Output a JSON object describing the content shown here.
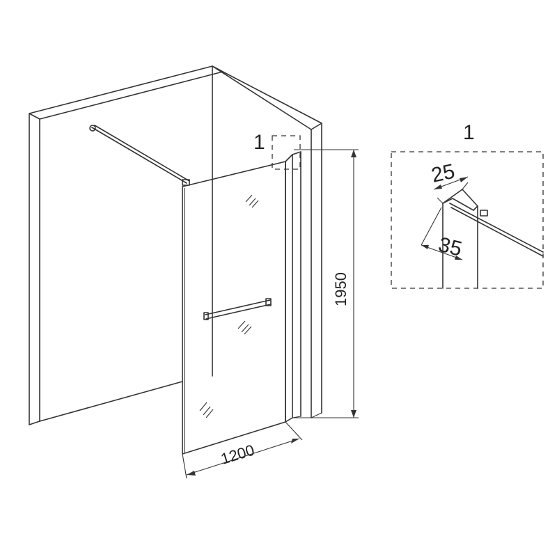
{
  "callouts": {
    "main_label": "1",
    "detail_label": "1"
  },
  "dimensions": {
    "width": "1200",
    "height": "1950",
    "profile_width": "25",
    "profile_depth": "35"
  }
}
